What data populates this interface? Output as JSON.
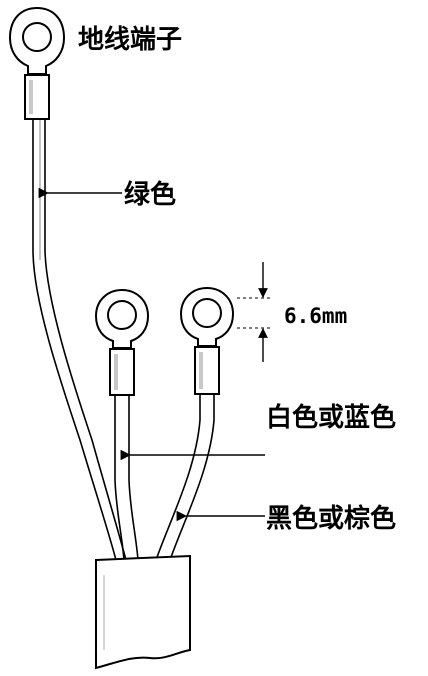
{
  "labels": {
    "ground_terminal": "地线端子",
    "green": "绿色",
    "dimension": "6.6mm",
    "white_or_blue": "白色或蓝色",
    "black_or_brown": "黑色或棕色"
  }
}
